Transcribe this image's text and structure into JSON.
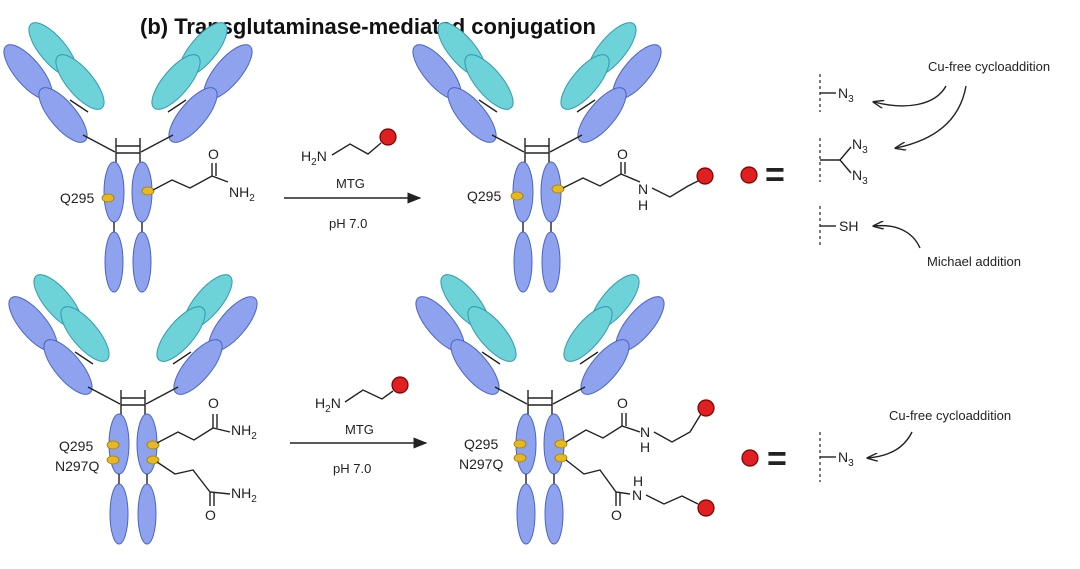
{
  "title": "(b) Transglutaminase-mediated conjugation",
  "row1": {
    "reagent": {
      "amine": "H",
      "amine_sub": "2",
      "amine_n": "N"
    },
    "enzyme": "MTG",
    "condition": "pH 7.0",
    "left_label": "Q295",
    "left_amide": "NH",
    "left_amide_sub": "2",
    "right_label": "Q295",
    "right_nh": "H",
    "right_n": "N",
    "amide_o": "O"
  },
  "row2": {
    "reagent": {
      "amine": "H",
      "amine_sub": "2",
      "amine_n": "N"
    },
    "enzyme": "MTG",
    "condition": "pH 7.0",
    "left_label_1": "Q295",
    "left_label_2": "N297Q",
    "left_amide": "NH",
    "left_amide_sub": "2",
    "right_label_1": "Q295",
    "right_label_2": "N297Q",
    "right_n": "N",
    "right_nh": "H",
    "amide_o": "O"
  },
  "legend1": {
    "equals": "=",
    "groups": [
      {
        "text": "N",
        "sub": "3"
      },
      {
        "text": "N",
        "sub": "3"
      },
      {
        "text": "N",
        "sub": "3"
      },
      {
        "text": "SH",
        "sub": ""
      }
    ],
    "annotation_top": "Cu-free cycloaddition",
    "annotation_bottom": "Michael addition"
  },
  "legend2": {
    "equals": "=",
    "group": {
      "text": "N",
      "sub": "3"
    },
    "annotation": "Cu-free cycloaddition"
  },
  "colors": {
    "heavy_chain": "#8ea2ee",
    "light_chain": "#6dd3d8",
    "glutamine_tag": "#e8b820",
    "payload_ball": "#e02020"
  }
}
